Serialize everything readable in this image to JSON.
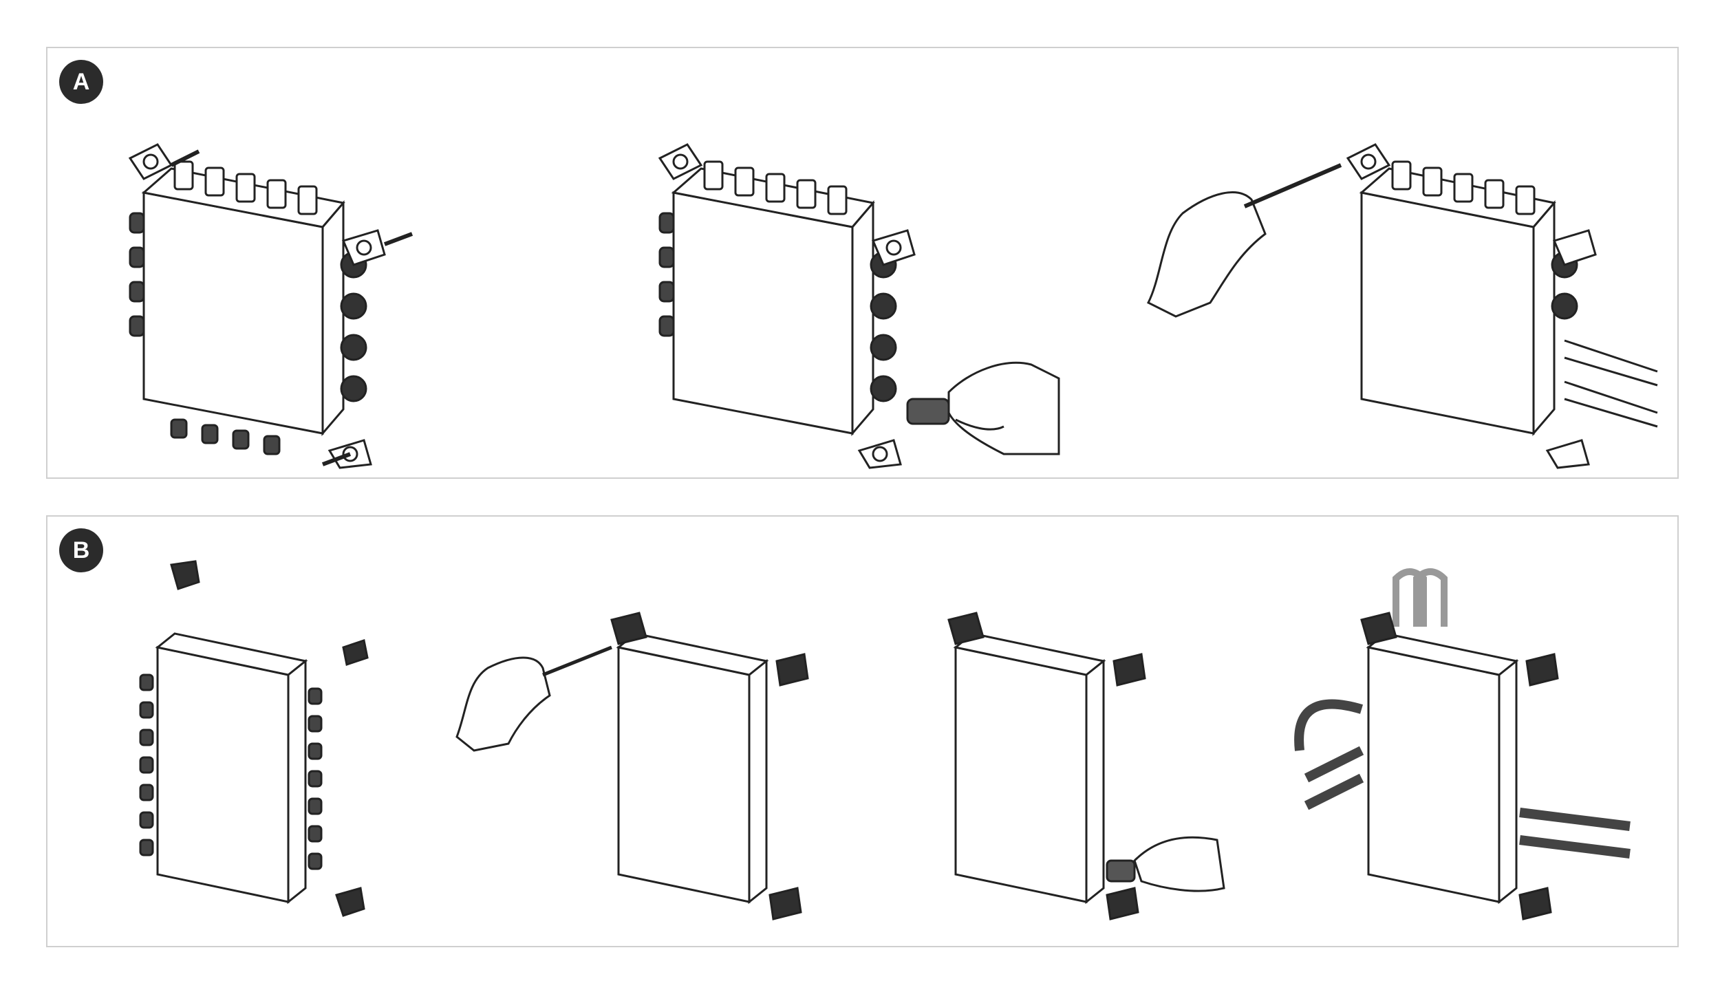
{
  "figure": {
    "panels": [
      {
        "label": "A",
        "steps": [
          {
            "device_size": "small",
            "action": "mount-with-brackets"
          },
          {
            "device_size": "small",
            "action": "attach-coax-connector-by-hand"
          },
          {
            "device_size": "small",
            "action": "tighten-screw-with-screwdriver"
          }
        ]
      },
      {
        "label": "B",
        "steps": [
          {
            "device_size": "large",
            "action": "fit-mounting-caps"
          },
          {
            "device_size": "large",
            "action": "tighten-screw-with-screwdriver"
          },
          {
            "device_size": "large",
            "action": "attach-coax-connector-by-hand"
          },
          {
            "device_size": "large",
            "action": "cables-connected"
          }
        ]
      }
    ]
  },
  "colors": {
    "line": "#222222",
    "cap": "#2f2f2f",
    "border": "#cfcfcf",
    "badge": "#2b2b2b"
  },
  "icons": [
    "multiswitch-device",
    "mounting-bracket",
    "screwdriver",
    "hand",
    "coax-cable",
    "f-connector"
  ]
}
